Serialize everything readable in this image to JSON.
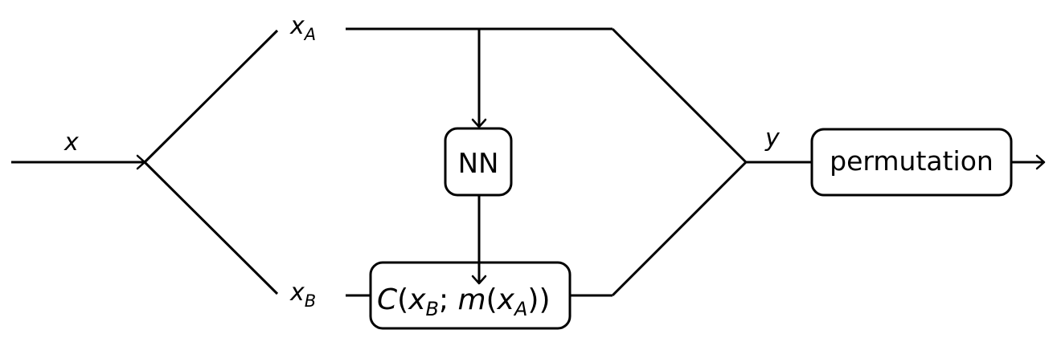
{
  "labels": {
    "input": "x",
    "xa_main": "x",
    "xa_sub": "A",
    "xb_main": "x",
    "xb_sub": "B",
    "output": "y"
  },
  "boxes": {
    "nn": "NN",
    "permutation": "permutation",
    "coupling": {
      "C": "C",
      "open_paren": "(",
      "x1": "x",
      "x1_sub": "B",
      "semicolon": "; ",
      "m": "m",
      "open_paren2": "(",
      "x2": "x",
      "x2_sub": "A",
      "close_parens": "))"
    }
  }
}
